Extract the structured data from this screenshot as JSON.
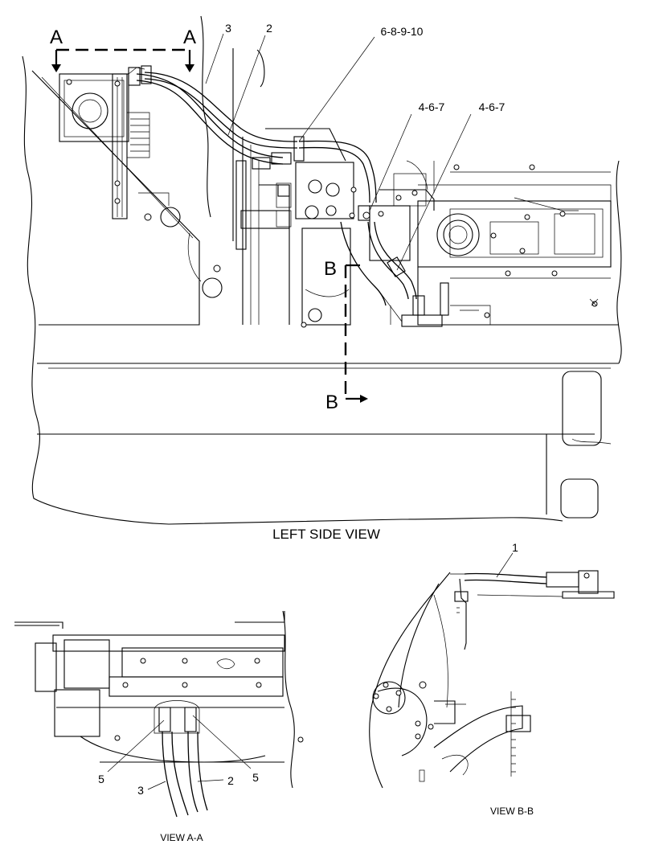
{
  "views": {
    "main_title": "LEFT SIDE VIEW",
    "view_aa_title": "VIEW A-A",
    "view_bb_title": "VIEW B-B"
  },
  "section_markers": {
    "a_left": "A",
    "a_right": "A",
    "b_top": "B",
    "b_bottom": "B"
  },
  "callouts": {
    "main": [
      "3",
      "2",
      "6-8-9-10",
      "4-6-7",
      "4-6-7"
    ],
    "view_aa": [
      "5",
      "3",
      "2",
      "5"
    ],
    "view_bb": [
      "1"
    ]
  },
  "icons": [
    "section-arrow",
    "hose",
    "fitting",
    "bolt",
    "cylinder"
  ]
}
